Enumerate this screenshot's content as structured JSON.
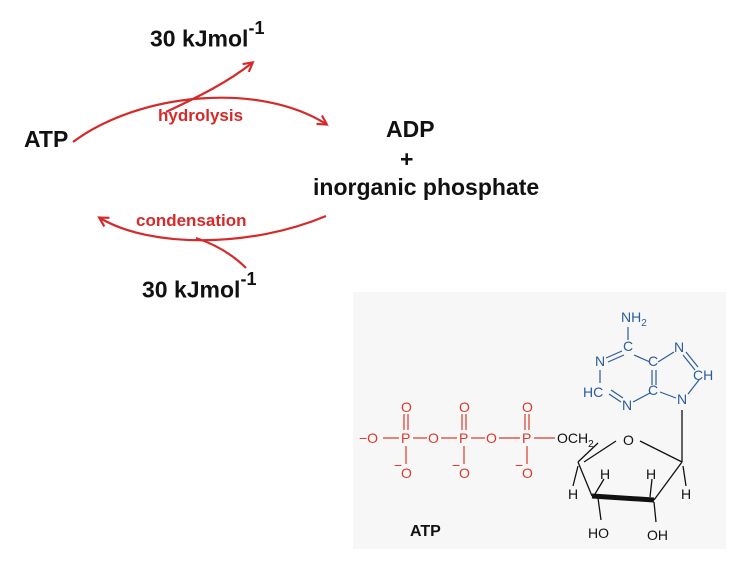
{
  "cycle": {
    "reactant": "ATP",
    "products": [
      "ADP",
      "+",
      "inorganic phosphate"
    ],
    "forward": {
      "label": "hydrolysis",
      "energy_value": "30 kJmol",
      "energy_exponent": "-1"
    },
    "reverse": {
      "label": "condensation",
      "energy_value": "30 kJmol",
      "energy_exponent": "-1"
    }
  },
  "structure": {
    "caption": "ATP",
    "phosphate_atoms": {
      "O_minus": "−O",
      "P": "P",
      "O": "O",
      "O_bottom": "O",
      "minus": "−",
      "OCH2": "OCH",
      "sub2": "2"
    },
    "adenine_atoms": {
      "NH2": "NH",
      "NH2_sub": "2",
      "N": "N",
      "C": "C",
      "HC": "HC",
      "CH": "CH"
    },
    "ribose_atoms": {
      "O": "O",
      "H": "H",
      "HO": "HO",
      "OH": "OH"
    },
    "colors": {
      "phosphate": "#d93a2b",
      "adenine": "#2b5d9b",
      "ribose": "#111111",
      "arrows": "#d62a2a"
    }
  }
}
